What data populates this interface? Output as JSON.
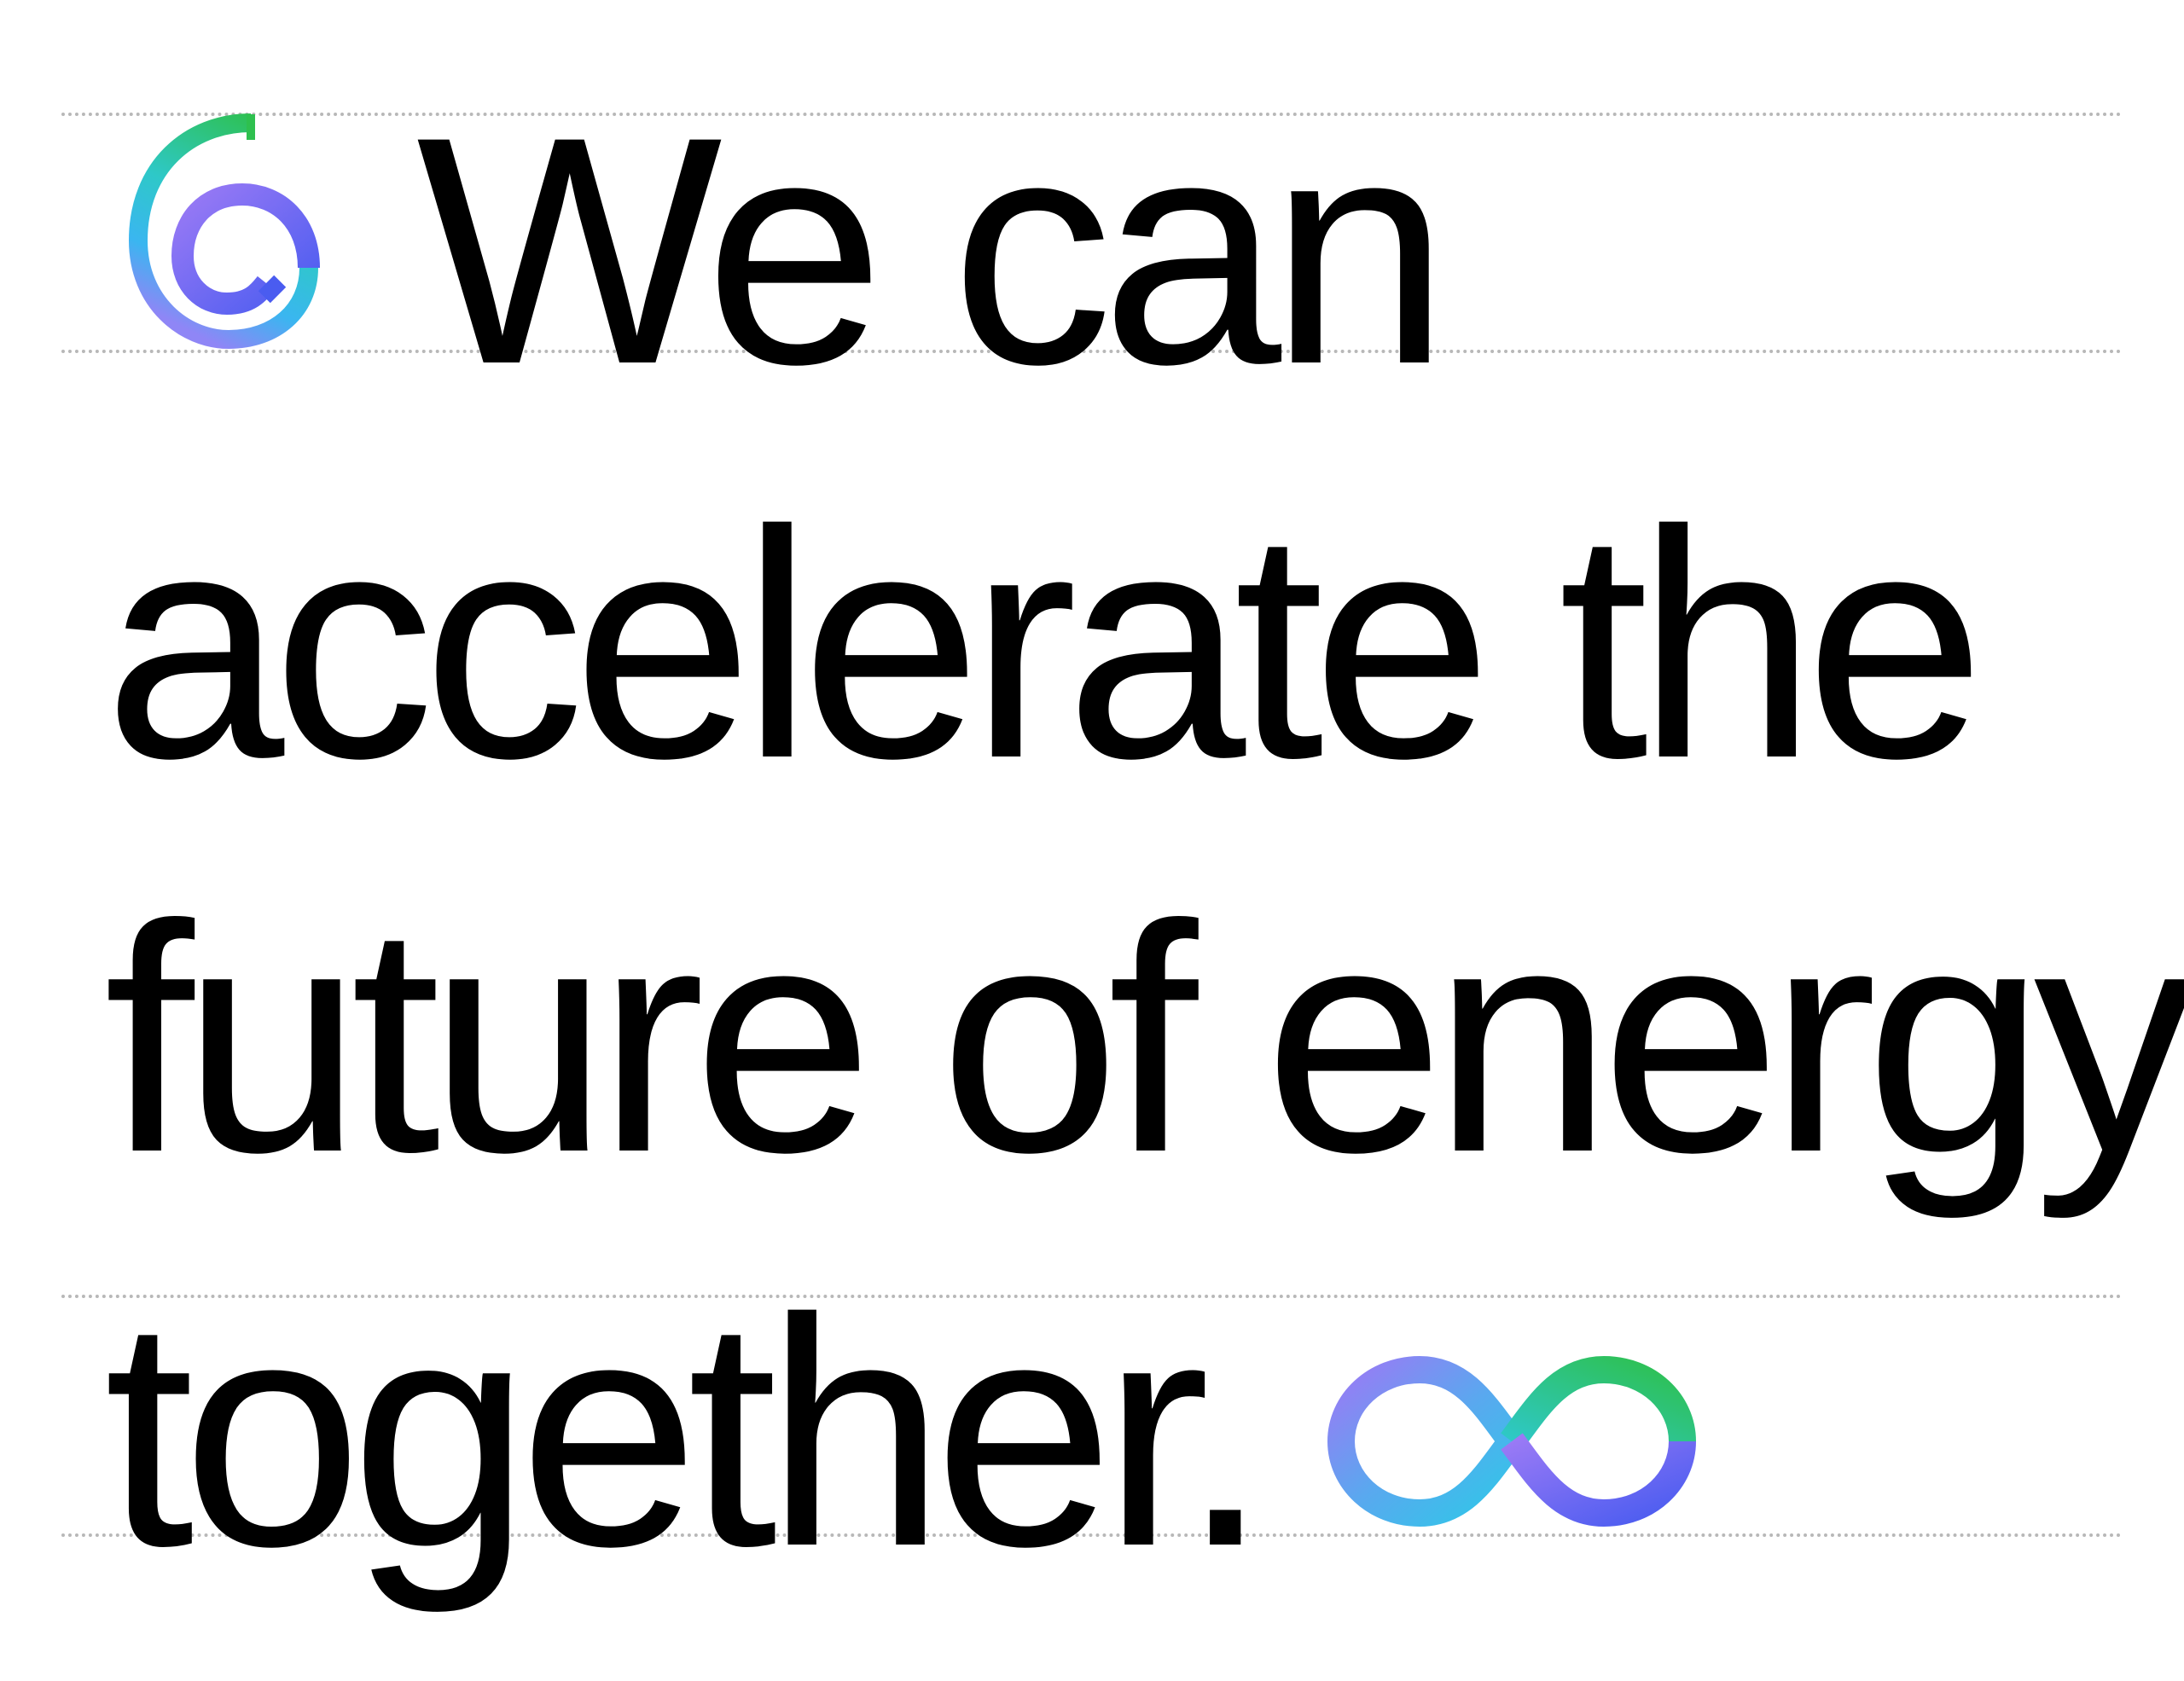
{
  "headline": {
    "line_1": "We can",
    "line_2": "accelerate the",
    "line_3": "future of energy,",
    "line_4": "together."
  },
  "icons": {
    "spiral": "spiral-icon",
    "infinity": "infinity-icon"
  },
  "colors": {
    "text": "#000000",
    "guide": "#b8b8b8",
    "green": "#2ec04f",
    "teal": "#2ec8c8",
    "sky": "#3ab6f0",
    "violet": "#9a7af5",
    "blue": "#4a5cf0"
  }
}
